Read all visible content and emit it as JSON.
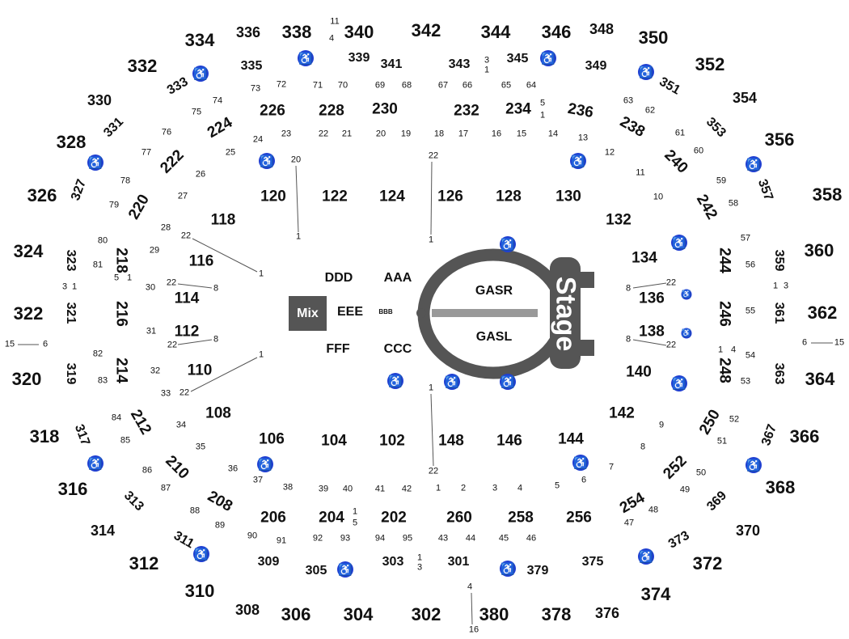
{
  "center": {
    "mix": "Mix",
    "stage": "Stage",
    "gasr": "GASR",
    "gasl": "GASL",
    "floor": [
      "DDD",
      "AAA",
      "EEE",
      "BBB",
      "FFF",
      "CCC"
    ]
  },
  "sections_300": [
    "334",
    "336",
    "338",
    "340",
    "342",
    "344",
    "346",
    "348",
    "350",
    "352",
    "354",
    "356",
    "358",
    "360",
    "362",
    "364",
    "366",
    "368",
    "370",
    "372",
    "374",
    "376",
    "378",
    "380",
    "302",
    "304",
    "306",
    "308",
    "310",
    "312",
    "314",
    "316",
    "318",
    "320",
    "322",
    "324",
    "326",
    "328",
    "330",
    "332"
  ],
  "sections_300_inner": [
    "335",
    "339",
    "341",
    "343",
    "345",
    "349",
    "351",
    "353",
    "357",
    "359",
    "361",
    "363",
    "367",
    "369",
    "373",
    "375",
    "379",
    "301",
    "303",
    "305",
    "309",
    "311",
    "313",
    "317",
    "319",
    "321",
    "323",
    "327",
    "331",
    "333"
  ],
  "sections_200": [
    "224",
    "226",
    "228",
    "230",
    "232",
    "234",
    "236",
    "238",
    "240",
    "242",
    "244",
    "246",
    "248",
    "250",
    "252",
    "254",
    "256",
    "258",
    "260",
    "202",
    "204",
    "206",
    "208",
    "210",
    "212",
    "214",
    "216",
    "218",
    "220",
    "222"
  ],
  "sections_100": [
    "120",
    "122",
    "124",
    "126",
    "128",
    "130",
    "132",
    "134",
    "136",
    "138",
    "140",
    "142",
    "144",
    "146",
    "148",
    "102",
    "104",
    "106",
    "108",
    "110",
    "112",
    "114",
    "116",
    "118"
  ],
  "rows": [
    "11",
    "4",
    "73",
    "72",
    "71",
    "70",
    "69",
    "68",
    "67",
    "66",
    "65",
    "64",
    "3",
    "1",
    "5",
    "1",
    "75",
    "74",
    "76",
    "77",
    "78",
    "79",
    "25",
    "26",
    "27",
    "28",
    "29",
    "24",
    "23",
    "22",
    "21",
    "20",
    "19",
    "18",
    "17",
    "16",
    "15",
    "14",
    "13",
    "63",
    "62",
    "61",
    "60",
    "12",
    "11",
    "10",
    "59",
    "58",
    "57",
    "56",
    "55",
    "54",
    "53",
    "52",
    "51",
    "50",
    "49",
    "48",
    "47",
    "9",
    "8",
    "7",
    "6",
    "5",
    "4",
    "3",
    "2",
    "1",
    "42",
    "41",
    "40",
    "39",
    "38",
    "37",
    "36",
    "35",
    "34",
    "33",
    "32",
    "31",
    "30",
    "81",
    "80",
    "82",
    "83",
    "84",
    "85",
    "86",
    "87",
    "88",
    "89",
    "90",
    "91",
    "92",
    "93",
    "94",
    "95",
    "43",
    "44",
    "45",
    "46",
    "1",
    "5",
    "1",
    "3",
    "5",
    "1",
    "3",
    "1",
    "1",
    "3",
    "1",
    "4",
    "20",
    "1",
    "22",
    "1",
    "22",
    "1",
    "22",
    "8",
    "22",
    "8",
    "1",
    "22",
    "1",
    "22",
    "8",
    "22",
    "8",
    "22",
    "15",
    "6",
    "6",
    "15",
    "4",
    "16"
  ],
  "colors": {
    "accessible": "#1f3fd1",
    "stage": "#555555",
    "walkway": "#999999"
  }
}
